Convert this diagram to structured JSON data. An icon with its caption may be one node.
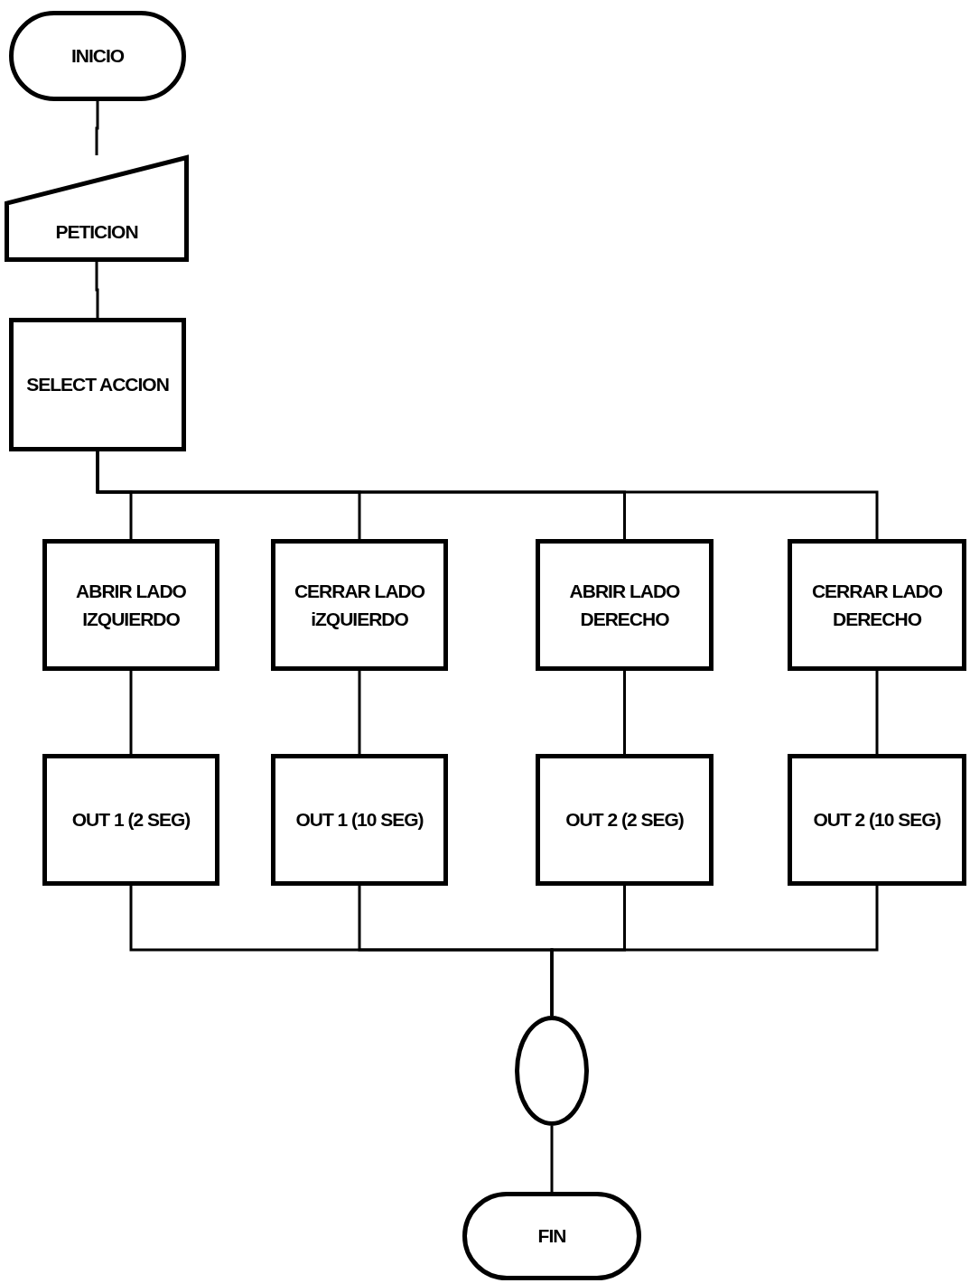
{
  "diagram": {
    "nodes": [
      {
        "text": [
          "INICIO"
        ]
      },
      {
        "text": [
          "PETICION"
        ]
      },
      {
        "text": [
          "SELECT ACCION"
        ]
      },
      {
        "text": [
          "ABRIR LADO IZQUIERDO"
        ]
      },
      {
        "text": [
          "CERRAR LADO iZQUIERDO"
        ]
      },
      {
        "text": [
          "ABRIR LADO DERECHO"
        ]
      },
      {
        "text": [
          "CERRAR LADO DERECHO"
        ]
      },
      {
        "text": [
          "OUT 1 (2 SEG)"
        ]
      },
      {
        "text": [
          "OUT 1 (10 SEG)"
        ]
      },
      {
        "text": [
          "OUT 2 (2 SEG)"
        ]
      },
      {
        "text": [
          "OUT 2 (10 SEG)"
        ]
      },
      {
        "text": [],
        "shape": "circle"
      },
      {
        "text": [
          "FIN"
        ]
      }
    ],
    "edges": [
      {
        "from": 0,
        "to": 1,
        "arrow": "none"
      },
      {
        "from": 1,
        "to": 2,
        "arrow": "none"
      },
      {
        "from": 2,
        "to": 3,
        "arrow": "none"
      },
      {
        "from": 2,
        "to": 4,
        "arrow": "none"
      },
      {
        "from": 2,
        "to": 5,
        "arrow": "none"
      },
      {
        "from": 2,
        "to": 6,
        "arrow": "none"
      },
      {
        "from": 3,
        "to": 7,
        "arrow": "none"
      },
      {
        "from": 4,
        "to": 8,
        "arrow": "none"
      },
      {
        "from": 5,
        "to": 9,
        "arrow": "none"
      },
      {
        "from": 6,
        "to": 10,
        "arrow": "none"
      },
      {
        "from": 7,
        "to": 11,
        "arrow": "none"
      },
      {
        "from": 8,
        "to": 11,
        "arrow": "none"
      },
      {
        "from": 9,
        "to": 11,
        "arrow": "none"
      },
      {
        "from": 10,
        "to": 11,
        "arrow": "none"
      },
      {
        "from": 11,
        "to": 12,
        "arrow": "none"
      }
    ]
  }
}
